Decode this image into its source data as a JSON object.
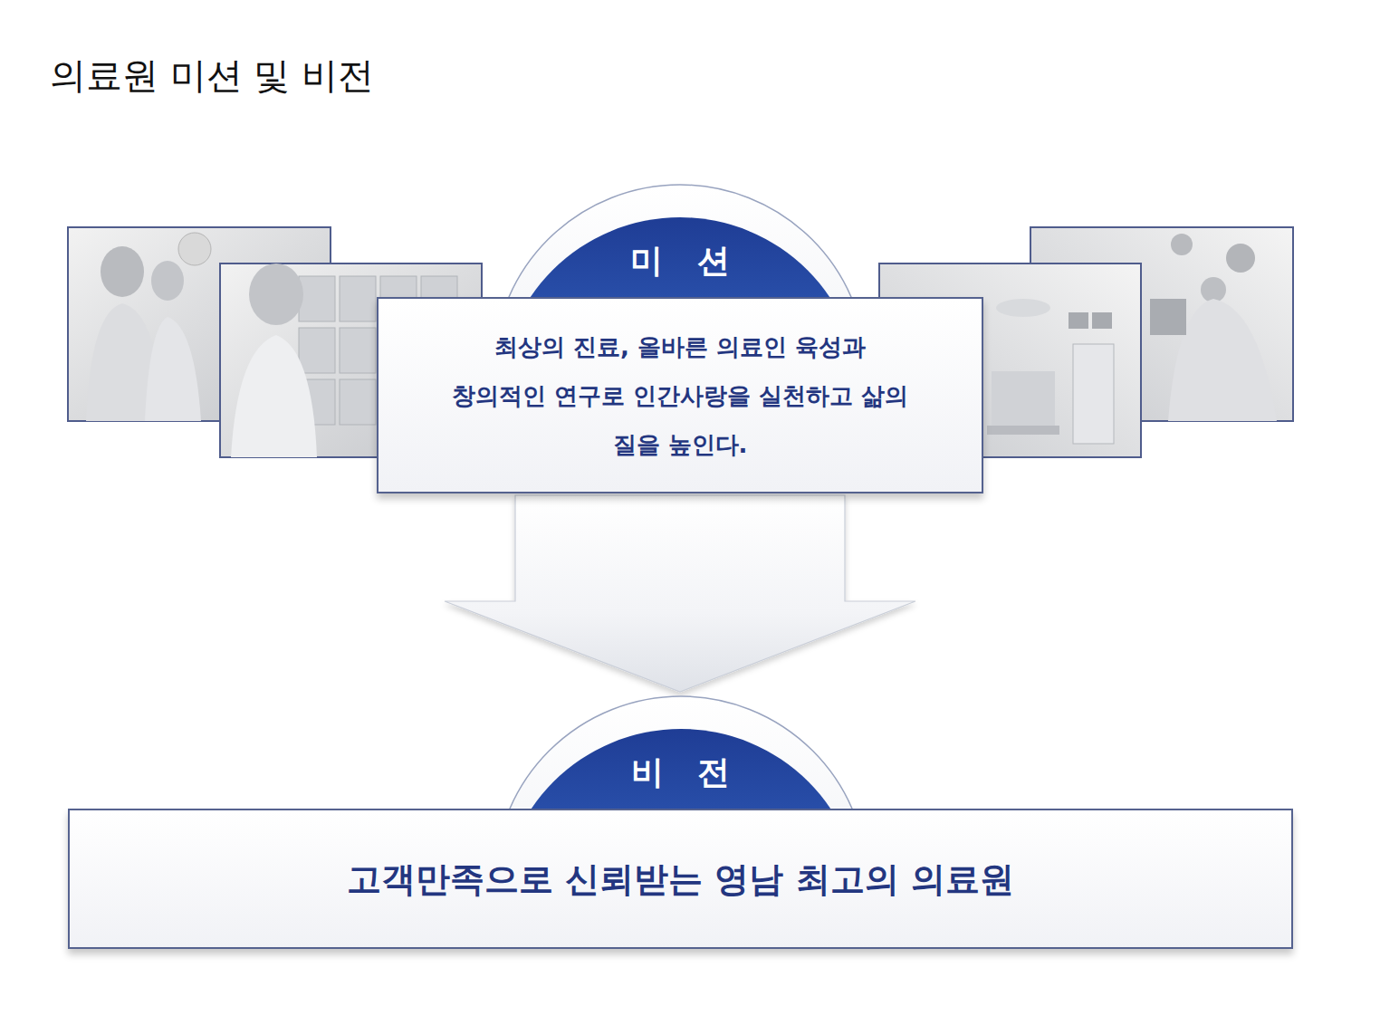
{
  "diagram": {
    "title": "의료원 미션 및 비전",
    "nodes": [
      {
        "text": [
          "미 션",
          "최상의 진료, 올바른 의료인 육성과 창의적인 연구로 인간사랑을 실천하고 삶의 질을 높인다."
        ]
      },
      {
        "text": [
          "비 전",
          "고객만족으로 신뢰받는 영남 최고의 의료원"
        ]
      }
    ],
    "edges": [
      {
        "from": 0,
        "to": 1,
        "arrow": "to"
      }
    ]
  }
}
